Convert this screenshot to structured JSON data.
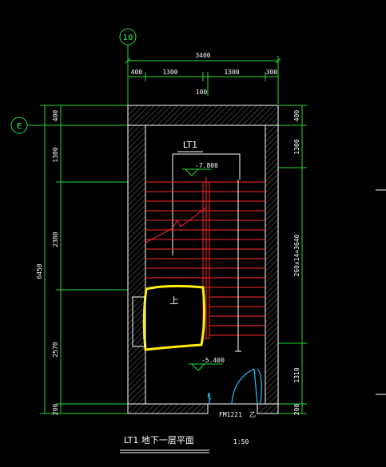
{
  "axes": {
    "top": "10",
    "left": "E"
  },
  "top_dims": {
    "overall": "3400",
    "d1": "400",
    "d2": "1300",
    "d3": "1300",
    "d4": "300",
    "d5": "100"
  },
  "left_dims": {
    "overall": "6450",
    "d1": "400",
    "d2": "1300",
    "d3": "2380",
    "d4": "2570",
    "d5": "200"
  },
  "right_dims": {
    "d1": "400",
    "d2": "1300",
    "d3": "260x14=3640",
    "d4": "1310",
    "d5": "200"
  },
  "labels": {
    "stair_name": "LT1",
    "level_upper": "-7.800",
    "level_lower": "-5.400",
    "door": "FM1221",
    "door_tag": "乙",
    "up_mark": "上",
    "title": "LT1 地下一层平面",
    "scale": "1:50"
  },
  "colors": {
    "dimension": "#22dd33",
    "wall": "#ffffff",
    "stair": "#ff2a2a",
    "door": "#22c8ff",
    "highlight": "#ffee00"
  }
}
